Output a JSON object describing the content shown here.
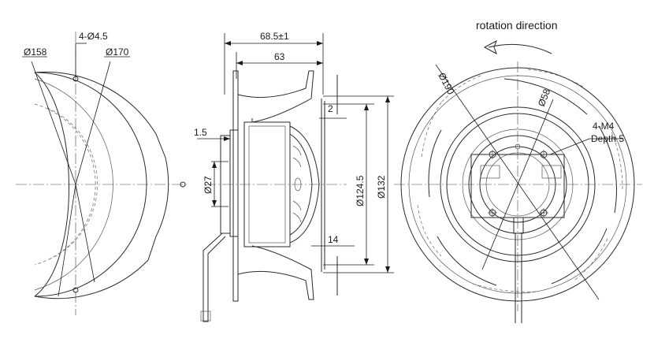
{
  "labels": {
    "phi158": "Ø158",
    "holes": "4-Ø4.5",
    "phi170": "Ø170",
    "len68": "68.5±1",
    "len63": "63",
    "dim2": "2",
    "dim15": "1.5",
    "phi27": "Ø27",
    "phi1245": "Ø124.5",
    "phi132": "Ø132",
    "dim14": "14",
    "rotation": "rotation direction",
    "phi190": "Ø190",
    "phi58": "Ø58",
    "m4": "4-M4",
    "depth": "Depth 5"
  }
}
